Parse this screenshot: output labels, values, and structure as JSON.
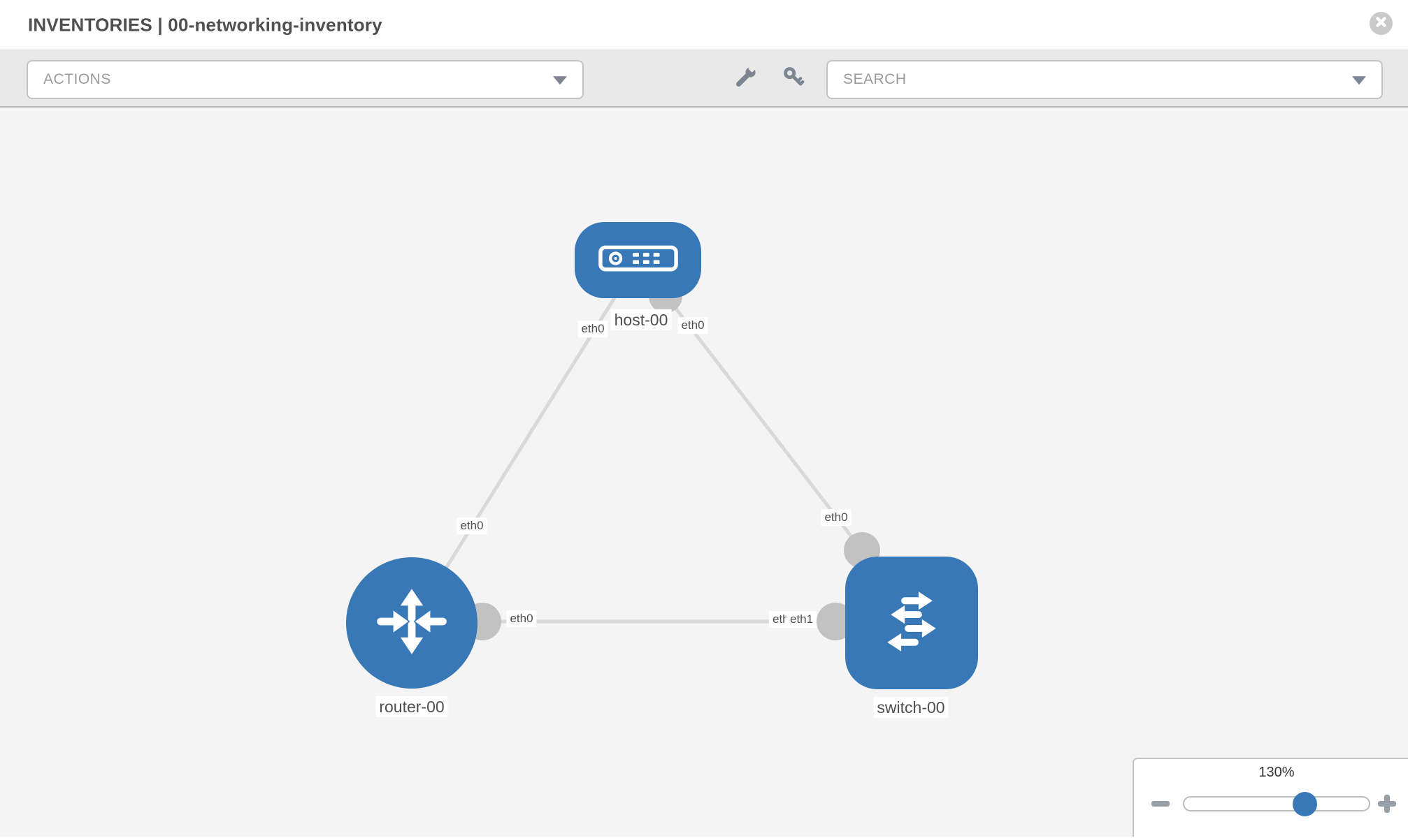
{
  "header": {
    "title": "INVENTORIES | 00-networking-inventory"
  },
  "toolbar": {
    "actions_label": "ACTIONS",
    "search_label": "SEARCH"
  },
  "topology": {
    "labels": {
      "host": "host-00",
      "router": "router-00",
      "switch": "switch-00"
    },
    "if_labels": {
      "host_left": "eth0",
      "host_right": "eth0",
      "router_host_link": "eth0",
      "host_switch_link": "eth0",
      "rs_near_router": "eth0",
      "rs_near_switch_under": "eth0",
      "rs_near_switch_over": "eth1"
    },
    "colors": {
      "node_blue": "#3878b6",
      "link_gray": "#d8d8d8",
      "connector_gray": "#c2c2c2",
      "label_text": "#4f4f4f"
    }
  },
  "zoom_control": {
    "value": "130%",
    "percent": 130
  }
}
